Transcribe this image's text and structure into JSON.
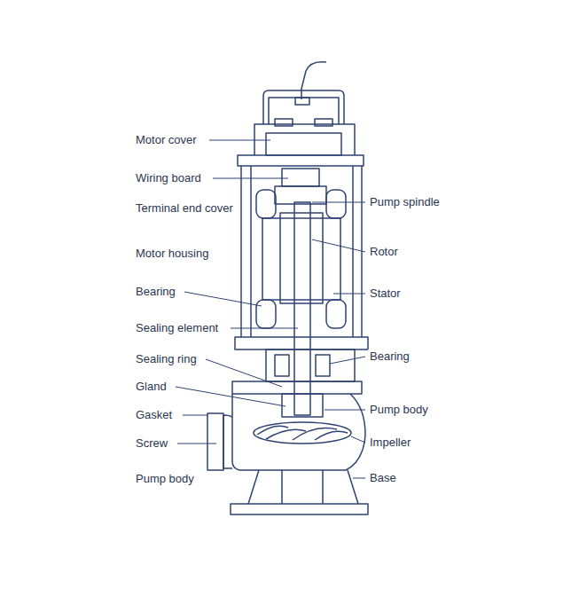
{
  "diagram": {
    "labels": [
      "Motor cover",
      "Wiring board",
      "Terminal end cover",
      "Motor housing",
      "Bearing",
      "Sealing element",
      "Sealing ring",
      "Gland",
      "Gasket",
      "Screw",
      "Pump body",
      "Pump spindle",
      "Rotor",
      "Stator",
      "Bearing",
      "Pump body",
      "Impeller",
      "Base"
    ]
  }
}
